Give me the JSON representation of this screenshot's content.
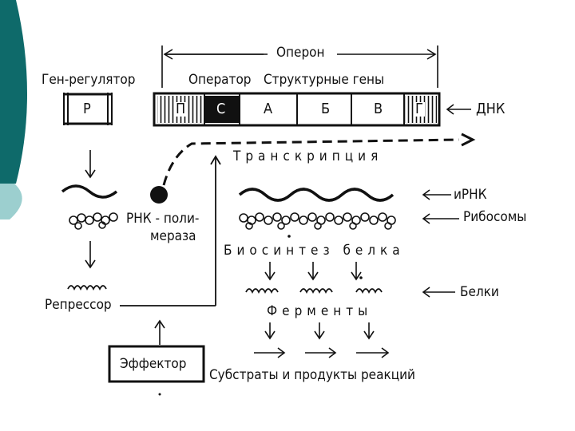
{
  "colors": {
    "accent_teal": "#0e6a6a",
    "accent_light": "#9ccfcf",
    "ink": "#111111"
  },
  "labels": {
    "operon": "Оперон",
    "gene_regulator": "Ген-регулятор",
    "operator": "Оператор",
    "structural_genes": "Структурные гены",
    "dna": "ДНК",
    "transcription": "Транскрипция",
    "mrna": "иРНК",
    "ribosomes": "Рибосомы",
    "rna_polymerase_line1": "РНК - поли-",
    "rna_polymerase_line2": "мераза",
    "protein_biosynthesis": "Биосинтез белка",
    "proteins": "Белки",
    "repressor": "Репрессор",
    "enzymes": "Ферменты",
    "effector": "Эффектор",
    "substrates": "Субстраты и продукты реакций"
  },
  "dna_segments": [
    "Р",
    "П",
    "С",
    "А",
    "Б",
    "В",
    "Г"
  ]
}
